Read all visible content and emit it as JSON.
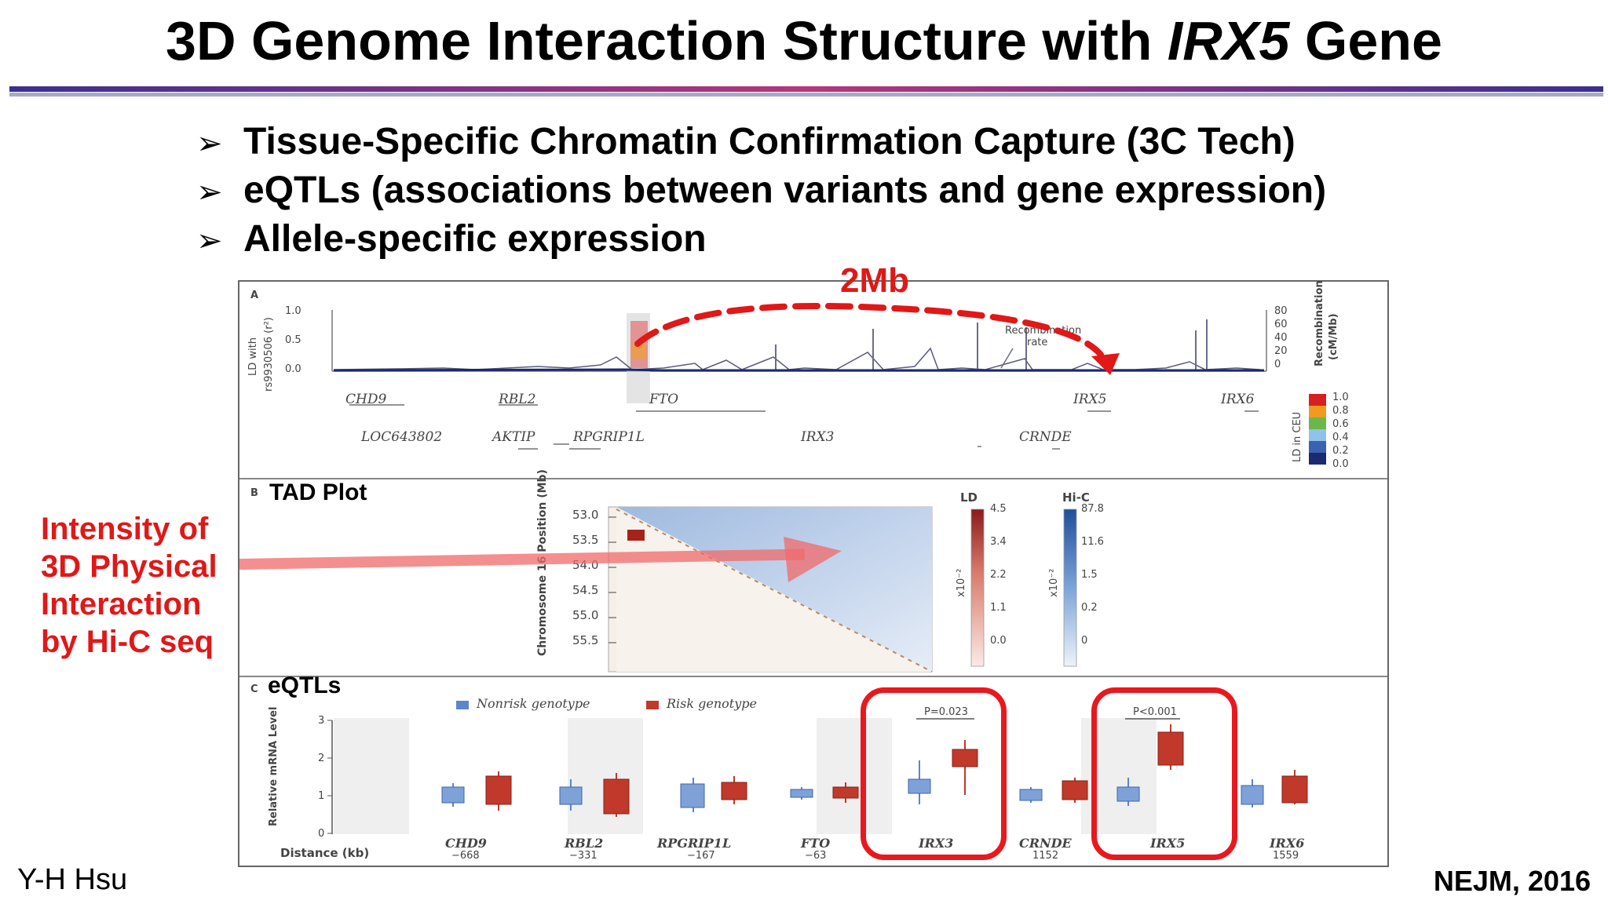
{
  "slide": {
    "title_pre": "3D Genome Interaction Structure with ",
    "title_gene": "IRX5",
    "title_post": " Gene",
    "bullets": [
      {
        "marker": "➢",
        "text": "Tissue-Specific Chromatin Confirmation Capture (3C Tech)"
      },
      {
        "marker": "➢",
        "text": "eQTLs (associations between variants and gene expression)"
      },
      {
        "marker": "➢",
        "text": "Allele-specific expression"
      }
    ],
    "annotation_2mb": "2Mb",
    "side_annotation": [
      "Intensity of",
      "3D Physical",
      "Interaction",
      "by Hi-C seq"
    ],
    "author": "Y-H Hsu",
    "citation": "NEJM, 2016",
    "accent_color": "#e01818",
    "divider_colors": [
      "#3b2f8f",
      "#b4367a",
      "#3b2f8f"
    ]
  },
  "panel_a": {
    "label": "A",
    "ylabel": [
      "LD with",
      "rs9930506 (r²)"
    ],
    "yticks": [
      "1.0",
      "0.5",
      "0.0"
    ],
    "right_ylabel": [
      "Recombination",
      "(cM/Mb)"
    ],
    "right_yticks": [
      "80",
      "60",
      "40",
      "20",
      "0"
    ],
    "recomb_label": [
      "Recombination",
      "rate"
    ],
    "genes_row1": [
      "CHD9",
      "RBL2",
      "FTO",
      "IRX5",
      "IRX6"
    ],
    "genes_row2": [
      "LOC643802",
      "AKTIP",
      "RPGRIP1L",
      "IRX3",
      "CRNDE"
    ],
    "legend_title": "LD in CEU",
    "legend_ticks": [
      "1.0",
      "0.8",
      "0.6",
      "0.4",
      "0.2",
      "0.0"
    ],
    "legend_colors": [
      "#d62020",
      "#f09a20",
      "#6cb64a",
      "#8fc3e8",
      "#3b62b0",
      "#1b2a6e"
    ]
  },
  "panel_b": {
    "label": "B",
    "title": "TAD Plot",
    "ylabel": "Chromosome 16 Position (Mb)",
    "yticks": [
      "53.0",
      "53.5",
      "54.0",
      "54.5",
      "55.0",
      "55.5"
    ],
    "ld_title": "LD",
    "ld_ticks": [
      "4.5",
      "3.4",
      "2.2",
      "1.1",
      "0.0"
    ],
    "ld_unit": "x10⁻²",
    "hic_title": "Hi-C",
    "hic_ticks": [
      "87.8",
      "11.6",
      "1.5",
      "0.2",
      "0"
    ],
    "hic_unit": "x10⁻²"
  },
  "panel_c": {
    "label": "C",
    "title": "eQTLs",
    "ylabel": "Relative mRNA Level",
    "yticks": [
      "3",
      "2",
      "1",
      "0"
    ],
    "legend": [
      {
        "label": "Nonrisk genotype",
        "color": "#5b86c9"
      },
      {
        "label": "Risk genotype",
        "color": "#c0392b"
      }
    ],
    "distance_label": "Distance (kb)",
    "genes": [
      {
        "name": "CHD9",
        "distance": "−668"
      },
      {
        "name": "RBL2",
        "distance": "−331"
      },
      {
        "name": "RPGRIP1L",
        "distance": "−167"
      },
      {
        "name": "FTO",
        "distance": "−63"
      },
      {
        "name": "IRX3",
        "distance": "",
        "pvalue": "P=0.023"
      },
      {
        "name": "CRNDE",
        "distance": "1152"
      },
      {
        "name": "IRX5",
        "distance": "",
        "pvalue": "P<0.001"
      },
      {
        "name": "IRX6",
        "distance": "1559"
      }
    ],
    "highlight_color": "#e8191e"
  }
}
